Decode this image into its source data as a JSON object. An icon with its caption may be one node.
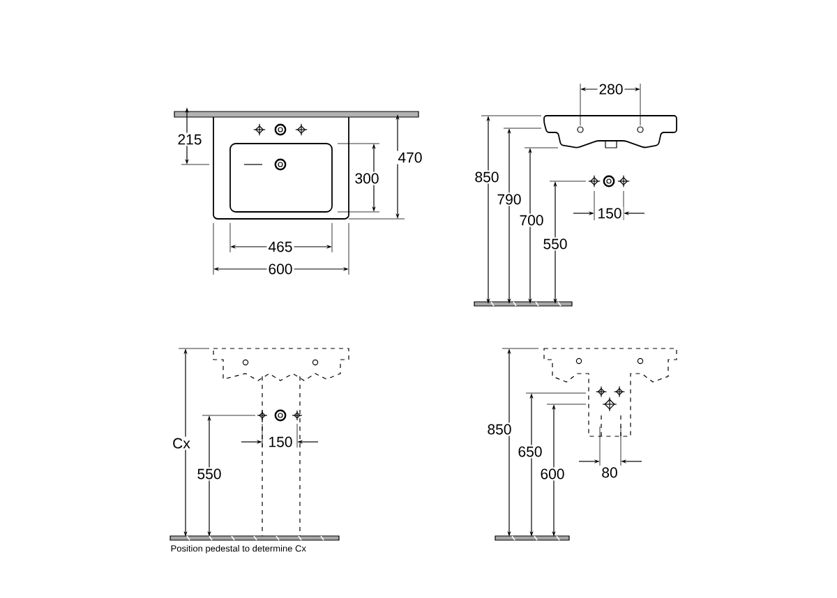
{
  "diagram": {
    "labels": [
      "215",
      "470",
      "300",
      "465",
      "600",
      "280",
      "850",
      "790",
      "700",
      "550",
      "150",
      "Cx",
      "150",
      "550",
      "Position pedestal to determine Cx",
      "850",
      "650",
      "600",
      "80"
    ]
  }
}
